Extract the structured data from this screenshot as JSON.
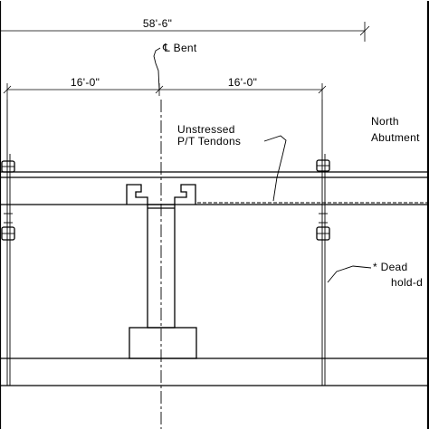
{
  "dimensions": {
    "overall": "58'-6\"",
    "left_span": "16'-0\"",
    "right_span": "16'-0\""
  },
  "labels": {
    "bent": "℄ Bent",
    "tendons_line1": "Unstressed",
    "tendons_line2": "P/T Tendons",
    "abutment_line1": "North",
    "abutment_line2": "Abutment",
    "holddown_line1": "* Dead",
    "holddown_line2": "hold-d"
  }
}
